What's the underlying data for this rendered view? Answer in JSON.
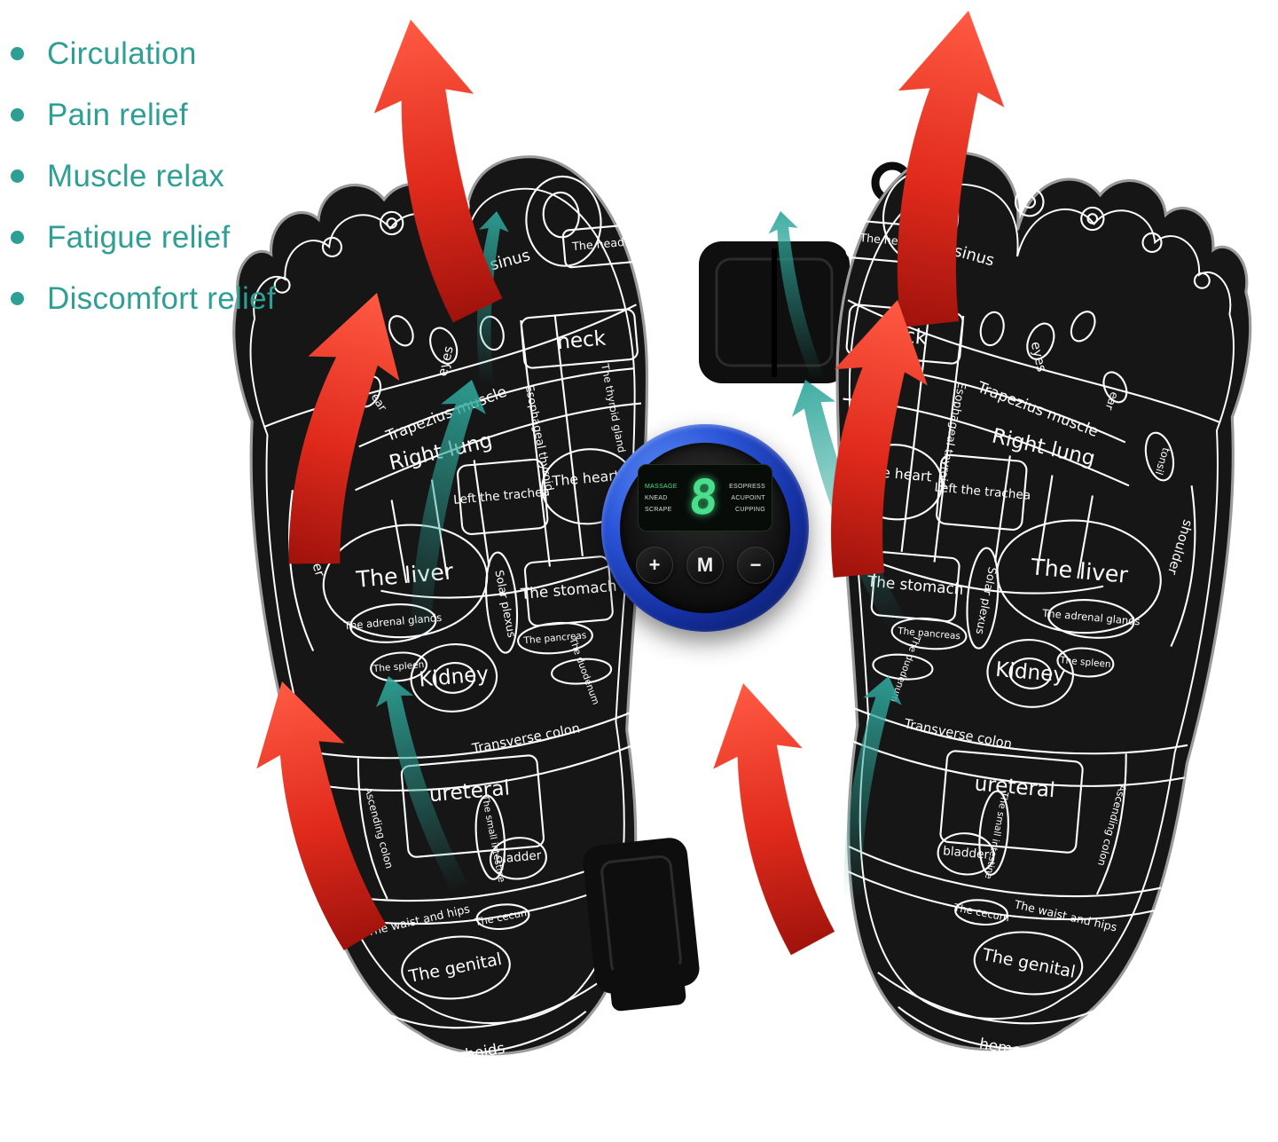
{
  "benefits": {
    "items": [
      "Circulation",
      "Pain relief",
      "Muscle relax",
      "Fatigue relief",
      "Discomfort relief"
    ]
  },
  "zones": {
    "head": "The head",
    "sinus": "sinus",
    "eyes": "eyes",
    "ear": "ear",
    "neck": "neck",
    "trapezius": "Trapezius muscle",
    "esophageal": "Esophageal thyroid",
    "thyroid": "The thyroid gland",
    "right_lung": "Right lung",
    "trachea": "Left the trachea",
    "heart": "The heart",
    "liver": "The liver",
    "adrenal": "The adrenal glands",
    "spleen": "The spleen",
    "kidney": "Kidney",
    "stomach": "The stomach",
    "pancreas": "The pancreas",
    "duodenum": "The duodenum",
    "solar": "Solar plexus",
    "transverse": "Transverse colon",
    "ascending": "Ascending colon",
    "ureteral": "ureteral",
    "small_intestine": "The small intestine",
    "bladder": "bladder",
    "cecum": "The cecum",
    "waist": "The waist and hips",
    "genital": "The genital",
    "hemorrhoids": "hemorrhoids",
    "shoulder": "shoulder",
    "tonsil": "tonsil"
  },
  "controller": {
    "display": "8",
    "modes_left": [
      "MASSAGE",
      "KNEAD",
      "SCRAPE"
    ],
    "modes_right": [
      "ESOPRESS",
      "ACUPOINT",
      "CUPPING"
    ],
    "button_plus": "+",
    "button_mode": "M",
    "button_minus": "−"
  },
  "colors": {
    "accent_teal": "#2d9f94",
    "arrow_red": "#e02a1c",
    "controller_blue": "#2a55d8",
    "display_green": "#49e08c",
    "pad_black": "#161616"
  }
}
